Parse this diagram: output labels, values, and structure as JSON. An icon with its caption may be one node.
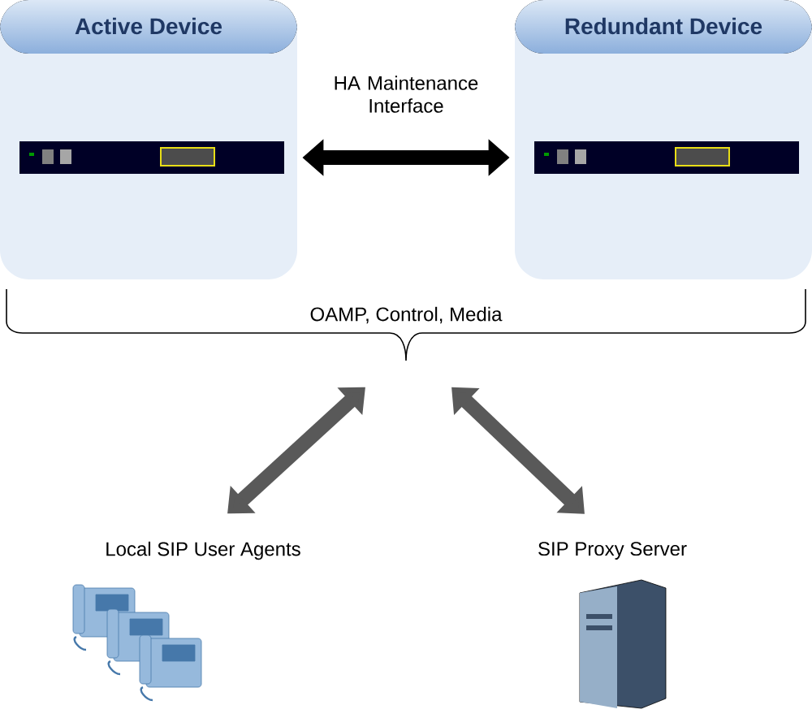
{
  "diagram": {
    "nodes": [
      {
        "text": [
          "Active Device"
        ]
      },
      {
        "text": [
          "Redundant Device"
        ]
      },
      {
        "text": [
          "OAMP, Control, Media"
        ]
      },
      {
        "text": [
          "Local SIP User Agents"
        ]
      },
      {
        "text": [
          "SIP Proxy Server"
        ]
      }
    ],
    "edges": [
      {
        "from": 0,
        "to": 1,
        "arrow": "both",
        "label": "HA Maintenance Interface",
        "color": "#000000"
      },
      {
        "from": 2,
        "to": 3,
        "arrow": "both"
      },
      {
        "from": 2,
        "to": 4,
        "arrow": "both"
      }
    ]
  }
}
